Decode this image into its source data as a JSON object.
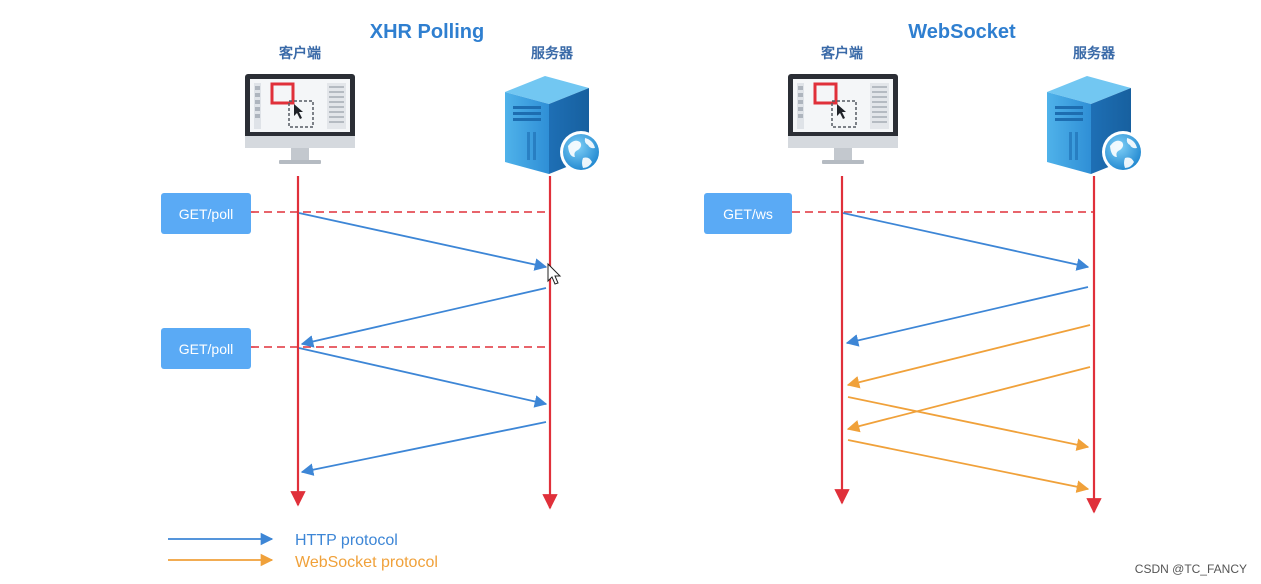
{
  "colors": {
    "lifeline": "#e0303a",
    "http": "#3d86d6",
    "websocket": "#f0a13a",
    "request_box": "#5aaaf5",
    "title": "#2f7fd0",
    "role": "#3a6aa8"
  },
  "panels": [
    {
      "title": "XHR Polling",
      "client_label": "客户端",
      "server_label": "服务器",
      "client_icon": "monitor-icon",
      "server_icon": "server-globe-icon",
      "requests": [
        "GET/poll",
        "GET/poll"
      ]
    },
    {
      "title": "WebSocket",
      "client_label": "客户端",
      "server_label": "服务器",
      "client_icon": "monitor-icon",
      "server_icon": "server-globe-icon",
      "requests": [
        "GET/ws"
      ]
    }
  ],
  "legend": {
    "http_label": "HTTP protocol",
    "ws_label": "WebSocket protocol"
  },
  "watermark": "CSDN @TC_FANCY"
}
